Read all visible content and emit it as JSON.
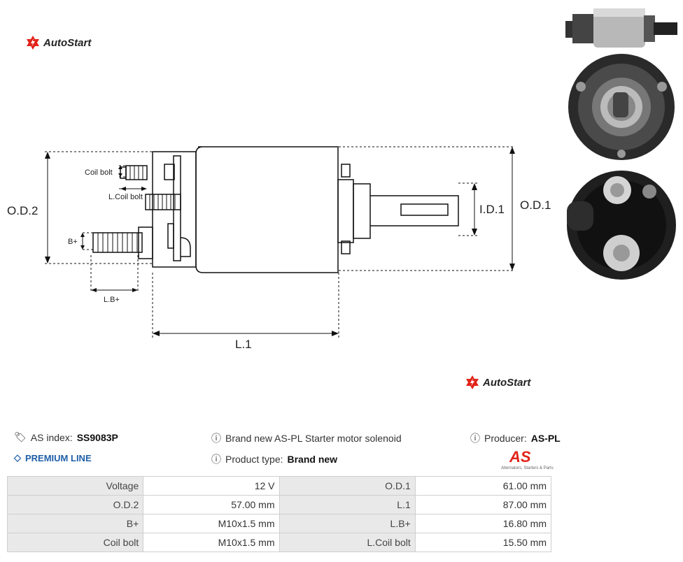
{
  "brand": {
    "logo_text": "AutoStart"
  },
  "diagram": {
    "labels": {
      "od2": "O.D.2",
      "od1": "O.D.1",
      "id1": "I.D.1",
      "l1": "L.1",
      "lb": "L.B+",
      "bplus": "B+",
      "coil_bolt": "Coil bolt",
      "l_coil_bolt": "L.Coil bolt"
    }
  },
  "product": {
    "as_index_label": "AS index:",
    "as_index_value": "SS9083P",
    "premium": "PREMIUM LINE",
    "description": "Brand new AS-PL Starter motor solenoid",
    "product_type_label": "Product type:",
    "product_type_value": "Brand new",
    "producer_label": "Producer:",
    "producer_value": "AS-PL",
    "producer_logo_text": "AS",
    "producer_tagline": "Alternators, Starters & Parts"
  },
  "specs": [
    {
      "label1": "Voltage",
      "value1": "12 V",
      "label2": "O.D.1",
      "value2": "61.00 mm"
    },
    {
      "label1": "O.D.2",
      "value1": "57.00 mm",
      "label2": "L.1",
      "value2": "87.00 mm"
    },
    {
      "label1": "B+",
      "value1": "M10x1.5 mm",
      "label2": "L.B+",
      "value2": "16.80 mm"
    },
    {
      "label1": "Coil bolt",
      "value1": "M10x1.5 mm",
      "label2": "L.Coil bolt",
      "value2": "15.50 mm"
    }
  ],
  "colors": {
    "accent": "#e2231a",
    "premium": "#1f5fa8",
    "table_label_bg": "#e9e9e9"
  }
}
